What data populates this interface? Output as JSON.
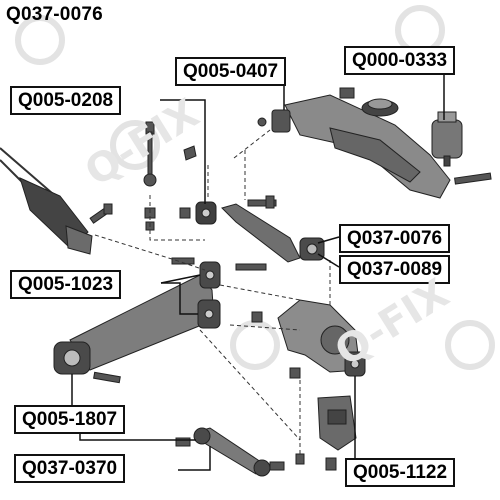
{
  "title": "Q037-0076",
  "labels": {
    "q005_0407": "Q005-0407",
    "q000_0333": "Q000-0333",
    "q005_0208": "Q005-0208",
    "q037_0076": "Q037-0076",
    "q037_0089": "Q037-0089",
    "q005_1023": "Q005-1023",
    "q005_1807": "Q005-1807",
    "q037_0370": "Q037-0370",
    "q005_1122": "Q005-1122"
  },
  "watermark": "Q-FIX",
  "colors": {
    "line": "#111111",
    "part": "#3a3a3a",
    "watermark": "#e6e6e6"
  }
}
